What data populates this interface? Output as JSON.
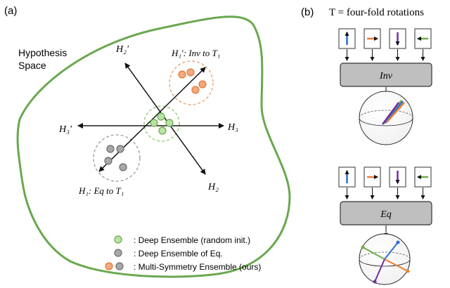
{
  "panel_a": {
    "label": "(a)",
    "hypothesis_space": [
      "Hypothesis",
      "Space"
    ],
    "axes": {
      "h2_prime": "H₂′",
      "h3_prime": "H₃′",
      "h3": "H₃",
      "h2": "H₂"
    },
    "cluster_inv_label": "H₁′:  Inv to T₁",
    "cluster_eq_label": "H₁: Eq to T₁",
    "colors": {
      "outline": "#6aa84f",
      "green_fill": "#b9e3a4",
      "green_stroke": "#6aa84f",
      "gray_fill": "#a8a8a8",
      "gray_stroke": "#6c6c6c",
      "orange_fill": "#f5a97c",
      "orange_stroke": "#e07a3e"
    },
    "legend": [
      {
        "text": ": Deep Ensemble (random init.)"
      },
      {
        "text": ": Deep Ensemble of Eq."
      },
      {
        "text": ": Multi-Symmetry Ensemble (ours)"
      }
    ]
  },
  "panel_b": {
    "label": "(b)",
    "title": "T = four-fold rotations",
    "inv_block": "Inv",
    "eq_block": "Eq",
    "arrow_colors": {
      "blue": "#2e6fd1",
      "orange": "#ed7d31",
      "purple": "#7030a0",
      "green": "#70ad47"
    }
  }
}
